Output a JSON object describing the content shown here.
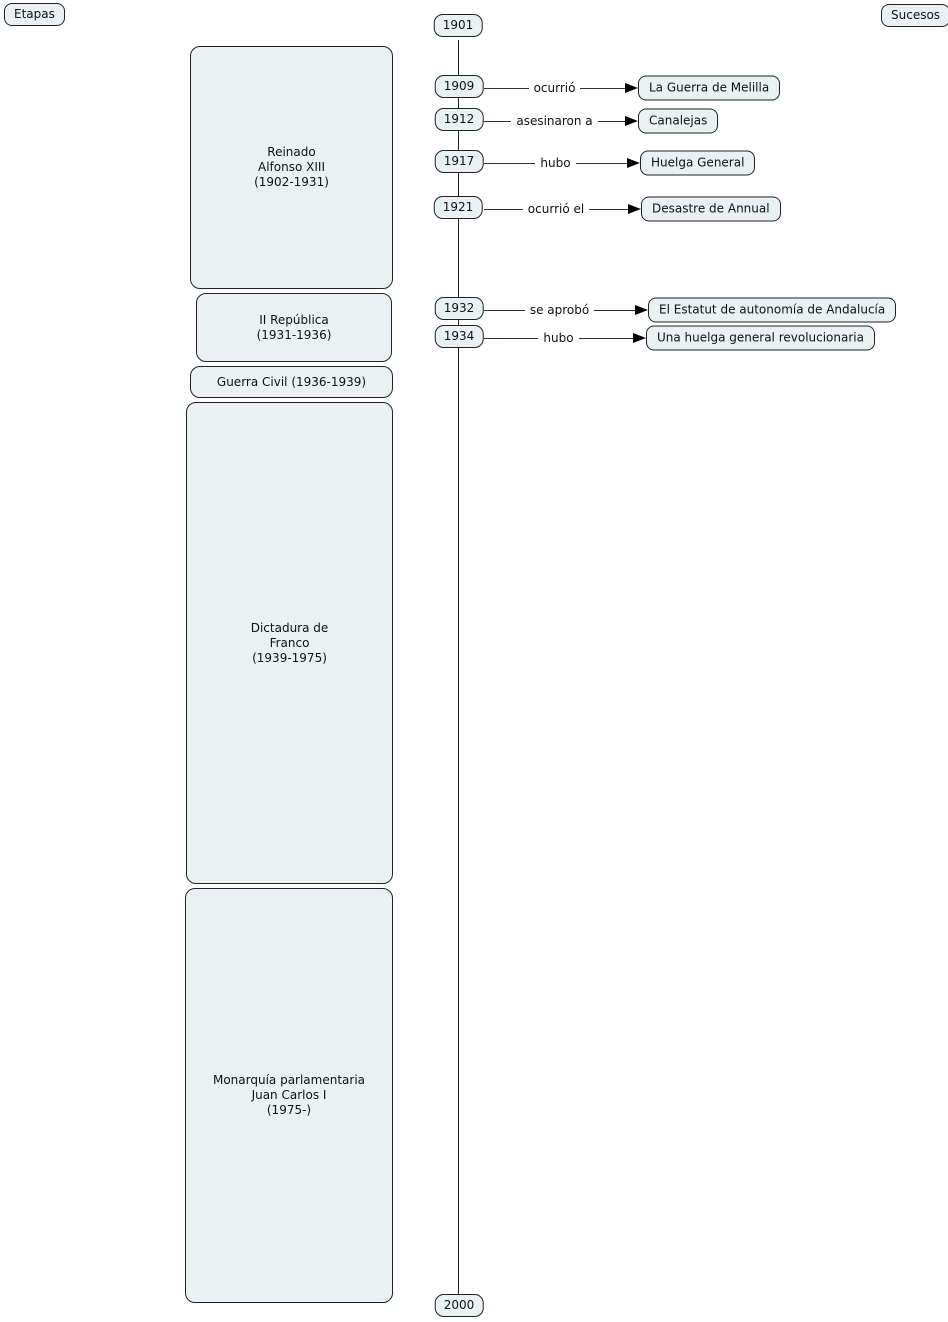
{
  "legend": {
    "etapas": "Etapas",
    "sucesos": "Sucesos"
  },
  "timeline": {
    "start_year": "1901",
    "end_year": "2000"
  },
  "periods": [
    {
      "id": "reinado-alfonso-xiii",
      "label": "Reinado\nAlfonso XIII\n(1902-1931)"
    },
    {
      "id": "ii-republica",
      "label": "II República\n(1931-1936)"
    },
    {
      "id": "guerra-civil",
      "label": "Guerra Civil (1936-1939)"
    },
    {
      "id": "dictadura-franco",
      "label": "Dictadura de\nFranco\n(1939-1975)"
    },
    {
      "id": "monarquia-parlamentaria",
      "label": "Monarquía parlamentaria\nJuan Carlos I\n(1975-)"
    }
  ],
  "events": [
    {
      "year": "1909",
      "link": "ocurrió",
      "event": "La Guerra de Melilla"
    },
    {
      "year": "1912",
      "link": "asesinaron a",
      "event": "Canalejas"
    },
    {
      "year": "1917",
      "link": "hubo",
      "event": "Huelga General"
    },
    {
      "year": "1921",
      "link": "ocurrió el",
      "event": "Desastre de Annual"
    },
    {
      "year": "1932",
      "link": "se aprobó",
      "event": "El Estatut de autonomía de Andalucía"
    },
    {
      "year": "1934",
      "link": "hubo",
      "event": "Una huelga general revolucionaria"
    }
  ],
  "colors": {
    "node_fill": "#e9f1f3",
    "node_border": "#222222",
    "line": "#333333",
    "background": "#ffffff"
  }
}
